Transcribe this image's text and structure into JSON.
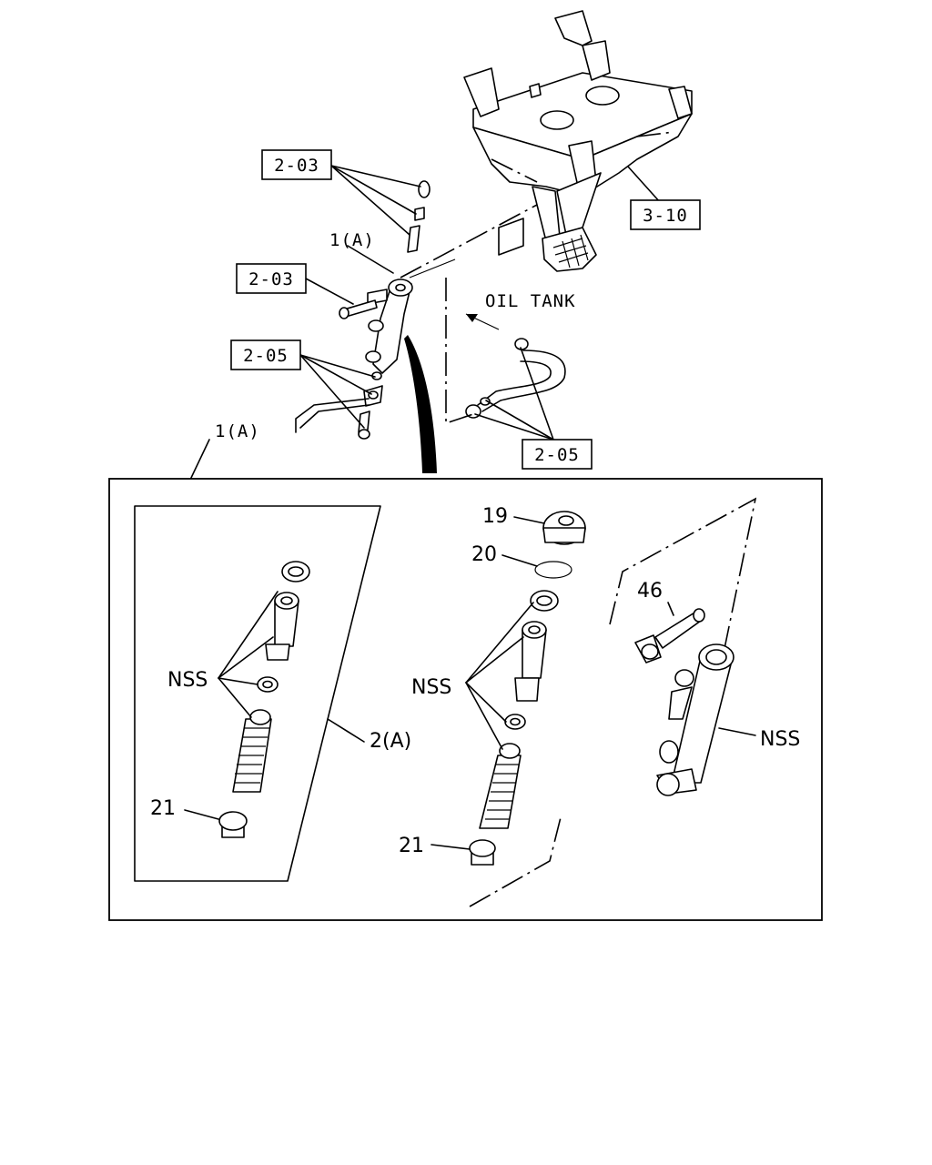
{
  "callouts": {
    "ref_2_03_top": "2-03",
    "ref_2_03_mid": "2-03",
    "ref_2_05_left": "2-05",
    "ref_2_05_right": "2-05",
    "ref_3_10": "3-10",
    "part_1a_top": "1(A)",
    "part_1a_box": "1(A)",
    "oil_tank": "OIL TANK",
    "part_2a": "2(A)",
    "part_19": "19",
    "part_20": "20",
    "part_21_left": "21",
    "part_21_right": "21",
    "part_46": "46",
    "nss_left": "NSS",
    "nss_mid": "NSS",
    "nss_right": "NSS"
  }
}
